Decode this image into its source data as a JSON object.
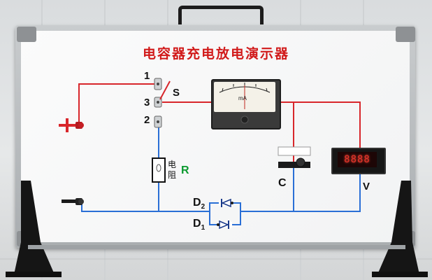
{
  "title": "电容器充电放电演示器",
  "labels": {
    "switch_s": "S",
    "pos_1": "1",
    "pos_2": "2",
    "pos_3": "3",
    "resistor_r": "R",
    "resistor_text_1": "电",
    "resistor_text_2": "阻",
    "capacitor_c": "C",
    "voltmeter_v": "V",
    "diode_d2": "D",
    "diode_d2_sub": "2",
    "diode_d1": "D",
    "diode_d1_sub": "1",
    "meter_unit": "mA"
  },
  "display": {
    "value": "8888"
  },
  "colors": {
    "wire_red": "#d8262b",
    "wire_blue": "#2a6fd6",
    "title_red": "#d11a1a",
    "label_green": "#0b9a2f"
  }
}
